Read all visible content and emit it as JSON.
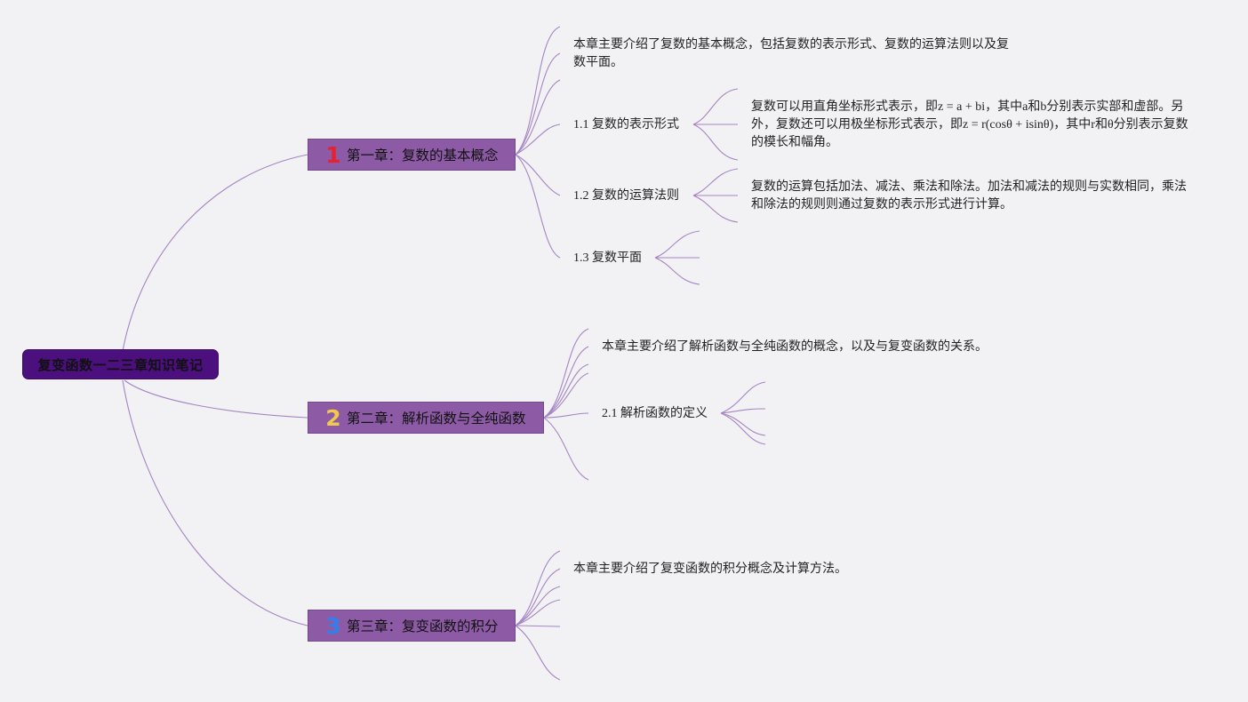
{
  "root": {
    "title": "复变函数一二三章知识笔记"
  },
  "chapters": [
    {
      "number": "1",
      "number_color": "#e8212e",
      "title": "第一章：复数的基本概念",
      "summary": "本章主要介绍了复数的基本概念，包括复数的表示形式、复数的运算法则以及复数平面。",
      "sections": [
        {
          "title": "1.1 复数的表示形式",
          "detail": "复数可以用直角坐标形式表示，即z = a + bi，其中a和b分别表示实部和虚部。另外，复数还可以用极坐标形式表示，即z = r(cosθ + isinθ)，其中r和θ分别表示复数的模长和幅角。"
        },
        {
          "title": "1.2 复数的运算法则",
          "detail": "复数的运算包括加法、减法、乘法和除法。加法和减法的规则与实数相同，乘法和除法的规则则通过复数的表示形式进行计算。"
        },
        {
          "title": "1.3 复数平面",
          "detail": ""
        }
      ]
    },
    {
      "number": "2",
      "number_color": "#f2c94c",
      "title": "第二章：解析函数与全纯函数",
      "summary": "本章主要介绍了解析函数与全纯函数的概念，以及与复变函数的关系。",
      "sections": [
        {
          "title": "2.1 解析函数的定义",
          "detail": ""
        }
      ]
    },
    {
      "number": "3",
      "number_color": "#2f80ed",
      "title": "第三章：复变函数的积分",
      "summary": "本章主要介绍了复变函数的积分概念及计算方法。",
      "sections": []
    }
  ],
  "colors": {
    "background": "#f2f2f4",
    "root_fill": "#4b0f7e",
    "chapter_fill": "#8d5ba6",
    "connector": "#a584c4"
  }
}
